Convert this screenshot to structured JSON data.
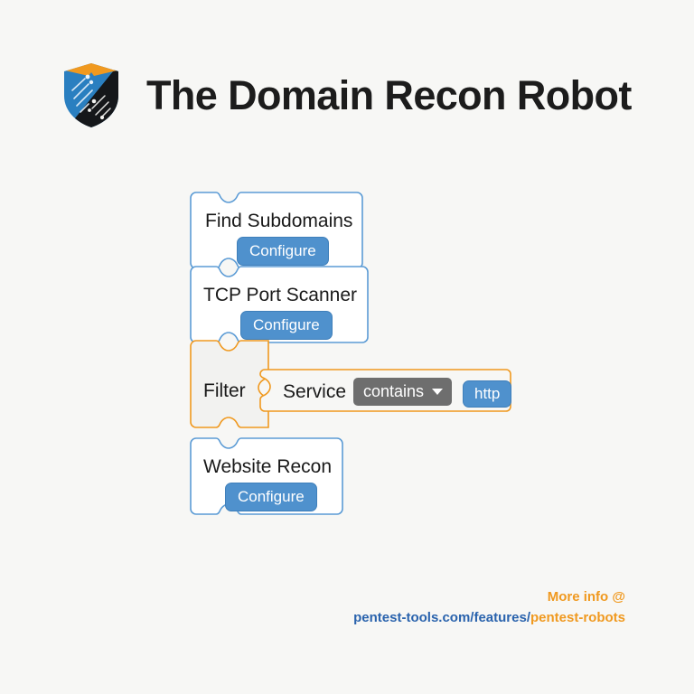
{
  "header": {
    "title": "The Domain Recon Robot",
    "logo_icon": "shield-circuit-logo"
  },
  "colors": {
    "background": "#f7f7f5",
    "block_border_blue": "#5b9bd5",
    "block_border_orange": "#f0991f",
    "block_fill_white": "#ffffff",
    "block_fill_gray": "#f2f2f0",
    "button_blue": "#4f91cd",
    "dropdown_gray": "#6e6e6e",
    "link_blue": "#2a63ad",
    "accent_orange": "#f0991f",
    "title_black": "#1c1c1c"
  },
  "workflow": {
    "blocks": [
      {
        "id": "find-subdomains",
        "label": "Find Subdomains",
        "button_label": "Configure",
        "border_color": "#5b9bd5",
        "fill_color": "#ffffff"
      },
      {
        "id": "tcp-port-scanner",
        "label": "TCP Port Scanner",
        "button_label": "Configure",
        "border_color": "#5b9bd5",
        "fill_color": "#ffffff"
      },
      {
        "id": "filter",
        "label": "Filter",
        "border_color": "#f0991f",
        "fill_color": "#f2f2f0",
        "condition": {
          "field_label": "Service",
          "operator": "contains",
          "operator_icon": "chevron-down-icon",
          "value": "http",
          "border_color": "#f0991f"
        }
      },
      {
        "id": "website-recon",
        "label": "Website Recon",
        "button_label": "Configure",
        "border_color": "#5b9bd5",
        "fill_color": "#ffffff"
      }
    ]
  },
  "footer": {
    "line1": "More info @",
    "url_prefix": "pentest-tools.com/features/",
    "url_suffix": "pentest-robots"
  }
}
